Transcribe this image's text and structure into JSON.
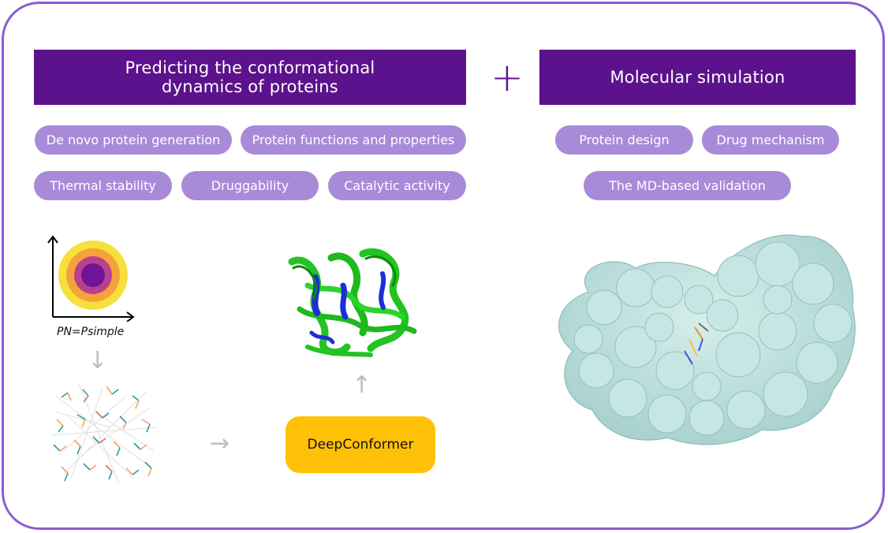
{
  "banners": {
    "left_title": "Predicting the conformational dynamics of proteins",
    "right_title": "Molecular simulation"
  },
  "plus_symbol": "+",
  "pills_left": [
    "De novo protein generation",
    "Protein functions and properties",
    "Thermal stability",
    "Druggability",
    "Catalytic activity"
  ],
  "pills_right": [
    "Protein design",
    "Drug mechanism",
    "The MD-based validation"
  ],
  "flow": {
    "pn_formula": "PN=Psimple",
    "model_name": "DeepConformer",
    "arrow_down": "↓",
    "arrow_right": "→",
    "arrow_up": "↑"
  },
  "colors": {
    "banner": "#5c128c",
    "pill": "#a98ad8",
    "frame": "#8a5dd0",
    "model_box": "#ffc107",
    "protein_surface": "#c6e6e3"
  },
  "icons": {
    "distribution": "concentric-circles-icon",
    "graph": "molecular-graph-icon",
    "ribbon": "protein-ribbon-icon",
    "surface": "protein-surface-icon"
  }
}
